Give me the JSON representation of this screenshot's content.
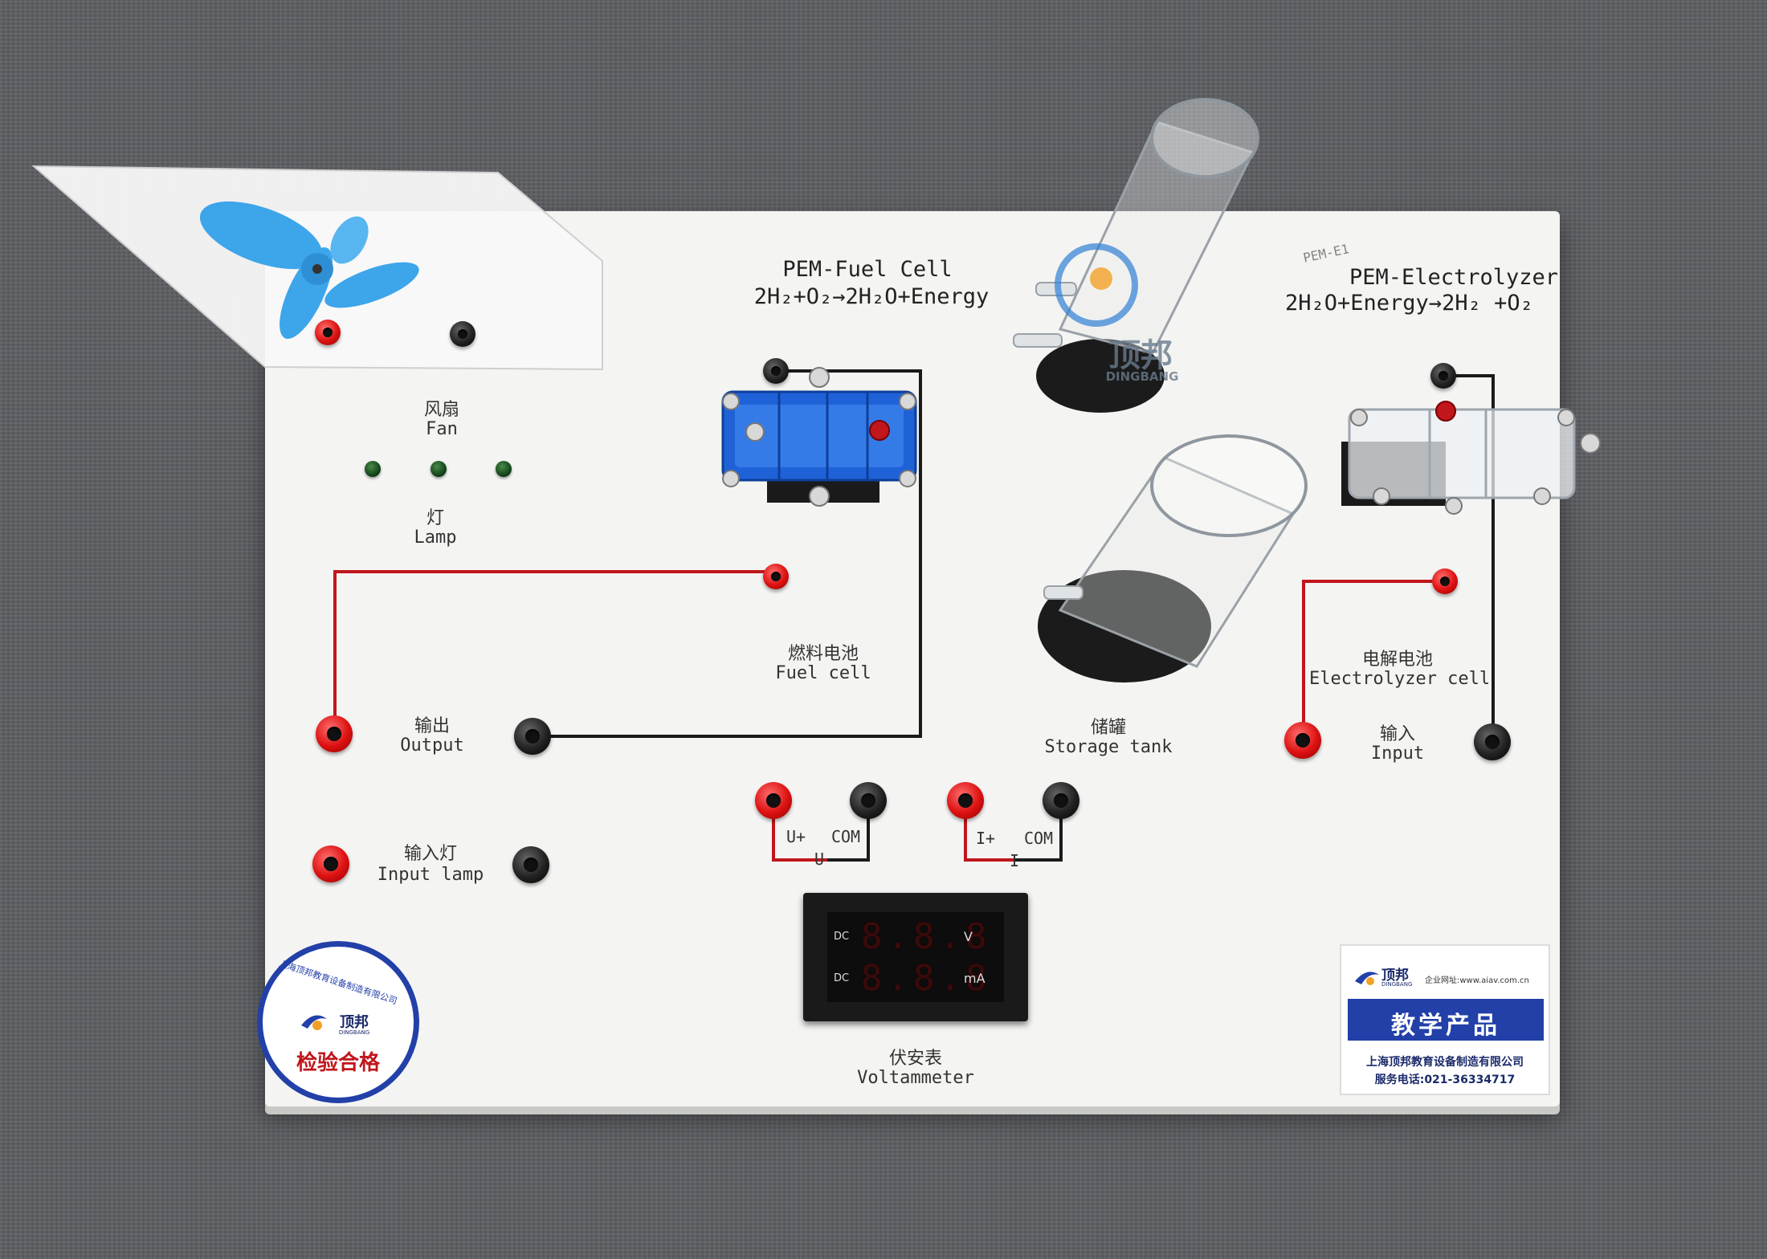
{
  "board": {
    "fuel_cell_title": "PEM-Fuel Cell",
    "fuel_cell_equation": "2H₂+O₂→2H₂O+Energy",
    "electrolyzer_title": "PEM-Electrolyzer",
    "electrolyzer_equation": "2H₂O+Energy→2H₂ +O₂",
    "fan_cn": "风扇",
    "fan_en": "Fan",
    "lamp_cn": "灯",
    "lamp_en": "Lamp",
    "fuel_cell_cn": "燃料电池",
    "fuel_cell_en": "Fuel cell",
    "output_cn": "输出",
    "output_en": "Output",
    "input_lamp_cn": "输入灯",
    "input_lamp_en": "Input lamp",
    "storage_cn": "储罐",
    "storage_en": "Storage tank",
    "electrolyzer_cn": "电解电池",
    "electrolyzer_en": "Electrolyzer cell",
    "input_cn": "输入",
    "input_en": "Input",
    "u_plus": "U+",
    "u_com": "COM",
    "u_label": "U",
    "i_plus": "I+",
    "i_com": "COM",
    "i_label": "I",
    "voltammeter_cn": "伏安表",
    "voltammeter_en": "Voltammeter",
    "tube_brand": "顶邦",
    "tube_brand_en": "DINGBANG",
    "tube_etch": "PEM-E1"
  },
  "meter": {
    "row1_tag": "DC",
    "row1_digits": "8.8.8",
    "row1_unit": "V",
    "row2_tag": "DC",
    "row2_digits": "8.8.8",
    "row2_unit": "mA"
  },
  "qc_sticker": {
    "company": "上海顶邦教育设备制造有限公司",
    "brand": "顶邦",
    "brand_en": "DINGBANG",
    "pass_text": "检验合格"
  },
  "product_label": {
    "brand": "顶邦",
    "brand_en": "DINGBANG",
    "website": "企业网址:www.aiav.com.cn",
    "title": "教学产品",
    "company": "上海顶邦教育设备制造有限公司",
    "phone": "服务电话:021-36334717"
  },
  "colors": {
    "board": "#f4f4f2",
    "wire_red": "#c0161c",
    "wire_black": "#1a1a1a",
    "fuel_cell_blue": "#1f62d8",
    "fan_blue": "#3da5ea",
    "sticker_blue": "#2240a8"
  }
}
